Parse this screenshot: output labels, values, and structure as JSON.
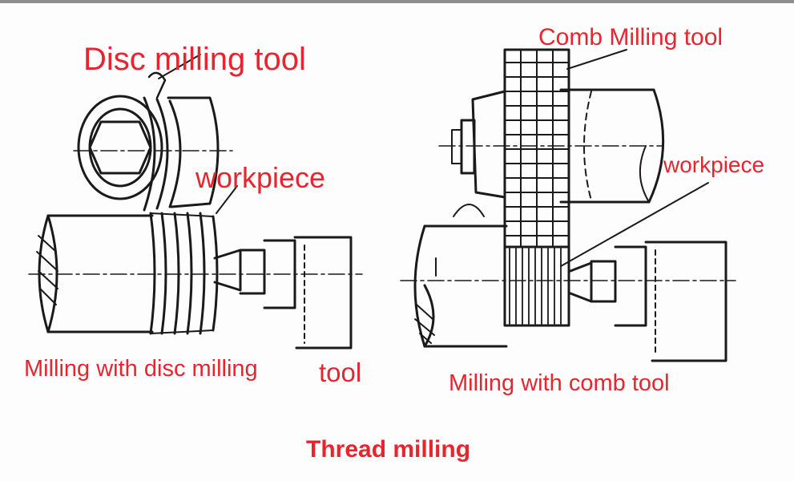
{
  "labels": {
    "disc_milling_tool": "Disc milling tool",
    "workpiece_left": "workpiece",
    "comb_milling_tool": "Comb Milling tool",
    "workpiece_right": "workpiece",
    "milling_with_disc": "Milling with disc milling",
    "tool_word": "tool",
    "milling_with_comb": "Milling with comb tool",
    "title": "Thread milling"
  },
  "colors": {
    "label": "#e8252e",
    "line": "#1a1a1a"
  }
}
